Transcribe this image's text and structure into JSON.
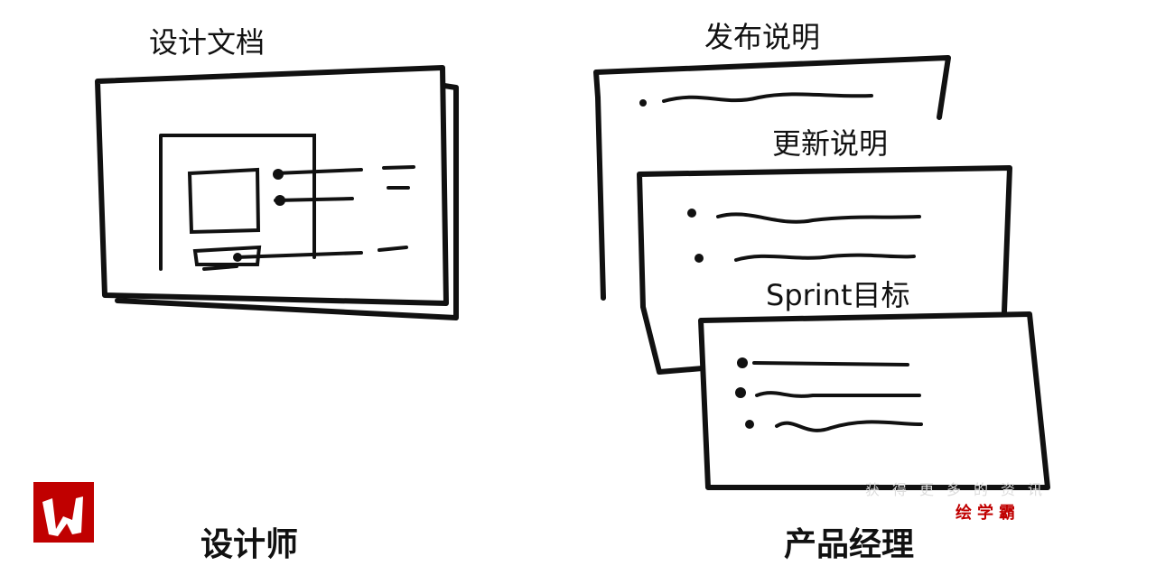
{
  "left": {
    "doc_label": "设计文档",
    "caption": "设计师"
  },
  "right": {
    "cards": [
      "发布说明",
      "更新说明",
      "Sprint目标"
    ],
    "caption": "产品经理"
  },
  "watermark": {
    "faint_text": "获得更多的资讯",
    "brand_text": "绘学霸",
    "logo_letter": "W",
    "logo_color": "#c00000"
  }
}
